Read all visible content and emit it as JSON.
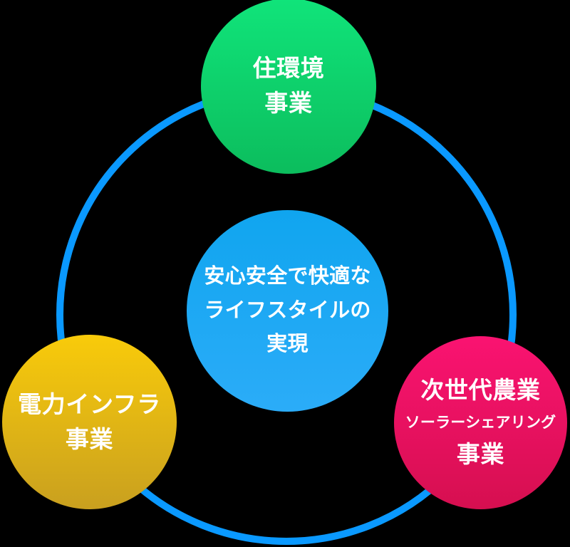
{
  "background_color": "#000000",
  "ring": {
    "color": "#0a99ff"
  },
  "center_circle": {
    "line1": "安心安全で快適な",
    "line2": "ライフスタイルの",
    "line3": "実現",
    "gradient_top": "#10a5ef",
    "gradient_bottom": "#2bacf8",
    "text_color": "#ffffff"
  },
  "nodes": {
    "housing": {
      "line1": "住環境",
      "line2": "事業",
      "gradient_top": "#10e47a",
      "gradient_bottom": "#0cbd5d",
      "text_color": "#ffffff"
    },
    "power": {
      "line1": "電力インフラ",
      "line2": "事業",
      "gradient_top": "#f9cb0a",
      "gradient_bottom": "#c9a01f",
      "text_color": "#ffffff"
    },
    "agriculture": {
      "line1": "次世代農業",
      "line2": "ソーラーシェアリング",
      "line3": "事業",
      "gradient_top": "#fa1371",
      "gradient_bottom": "#d60f50",
      "text_color": "#ffffff"
    }
  }
}
